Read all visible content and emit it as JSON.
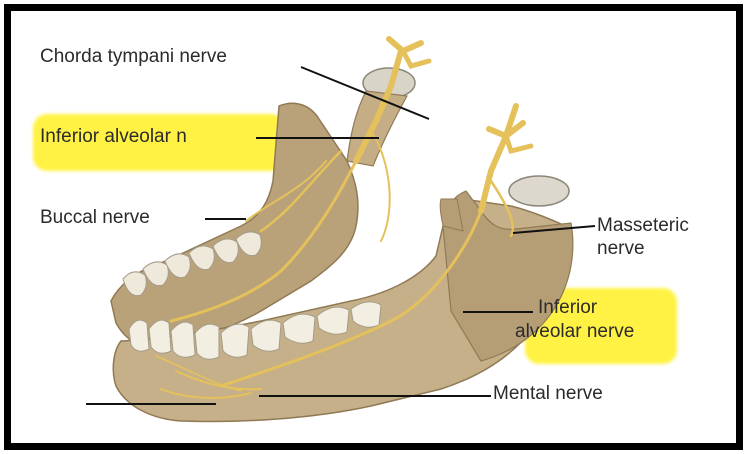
{
  "labels": {
    "chorda_tympani": "Chorda tympani nerve",
    "inferior_alveolar_n": "Inferior alveolar n",
    "buccal": "Buccal nerve",
    "masseteric_line1": "Masseteric",
    "masseteric_line2": "nerve",
    "inferior_alveolar_line1": "Inferior",
    "inferior_alveolar_line2": "alveolar nerve",
    "mental": "Mental nerve"
  },
  "colors": {
    "highlight": "#fff23a",
    "bone": "#c9b488",
    "bone_shadow": "#9b8660",
    "nerve": "#e7c35a",
    "tooth": "#f1ece0",
    "leader": "#111111"
  }
}
